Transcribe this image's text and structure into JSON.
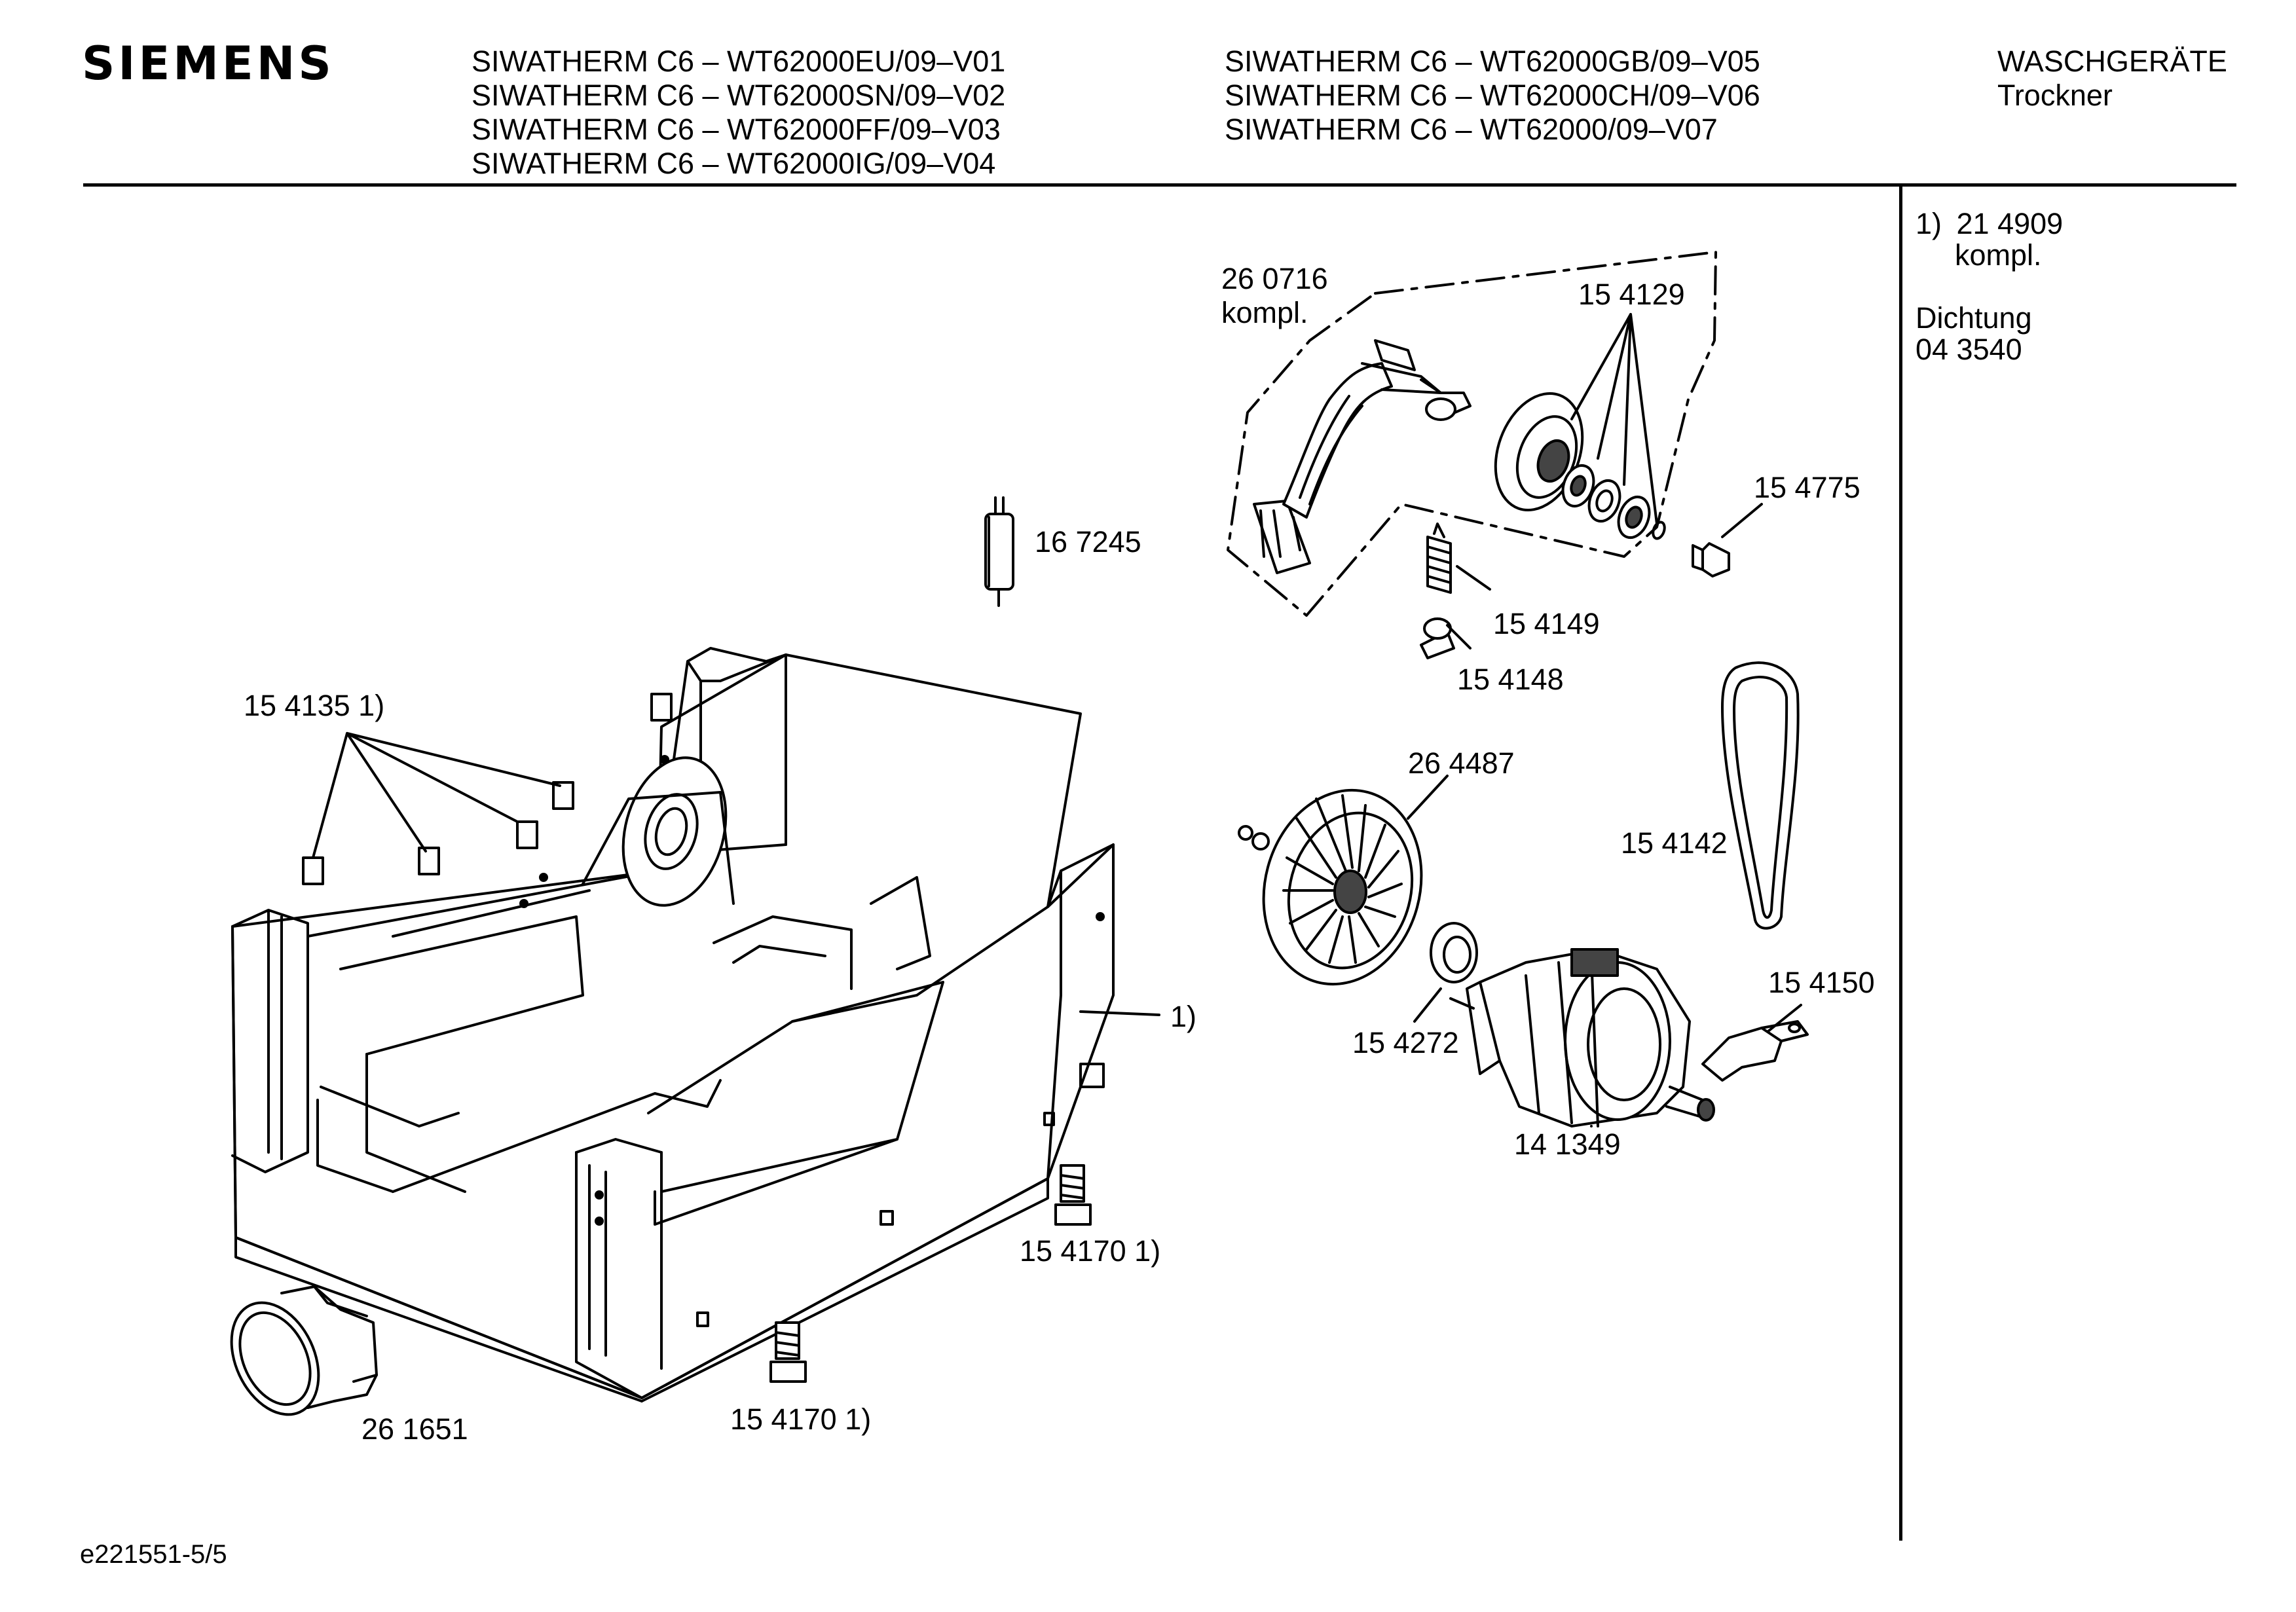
{
  "header": {
    "brand": "SIEMENS",
    "models_left": [
      "SIWATHERM C6 – WT62000EU/09–V01",
      "SIWATHERM C6 – WT62000SN/09–V02",
      "SIWATHERM C6 – WT62000FF/09–V03",
      "SIWATHERM C6 – WT62000IG/09–V04"
    ],
    "models_right": [
      "SIWATHERM C6 – WT62000GB/09–V05",
      "SIWATHERM C6 – WT62000CH/09–V06",
      "SIWATHERM C6 – WT62000/09–V07"
    ],
    "category": "WASCHGERÄTE",
    "subcategory": "Trockner"
  },
  "side_notes": {
    "note1_marker": "1)",
    "note1_number": "21 4909",
    "note1_text": "kompl.",
    "seal_label": "Dichtung",
    "seal_number": "04 3540"
  },
  "parts": {
    "p260716": "26 0716",
    "p260716_note": "kompl.",
    "p154129": "15 4129",
    "p154775": "15 4775",
    "p167245": "16 7245",
    "p154149": "15 4149",
    "p154148": "15 4148",
    "p1541351": "15 4135 1)",
    "p264487": "26 4487",
    "p154142": "15 4142",
    "p154150": "15 4150",
    "p154272": "15 4272",
    "p141349": "14 1349",
    "ref1": "1)",
    "p1541701a": "15 4170 1)",
    "p1541701b": "15 4170 1)",
    "p261651": "26 1651"
  },
  "footer": {
    "code": "e221551-5/5"
  }
}
